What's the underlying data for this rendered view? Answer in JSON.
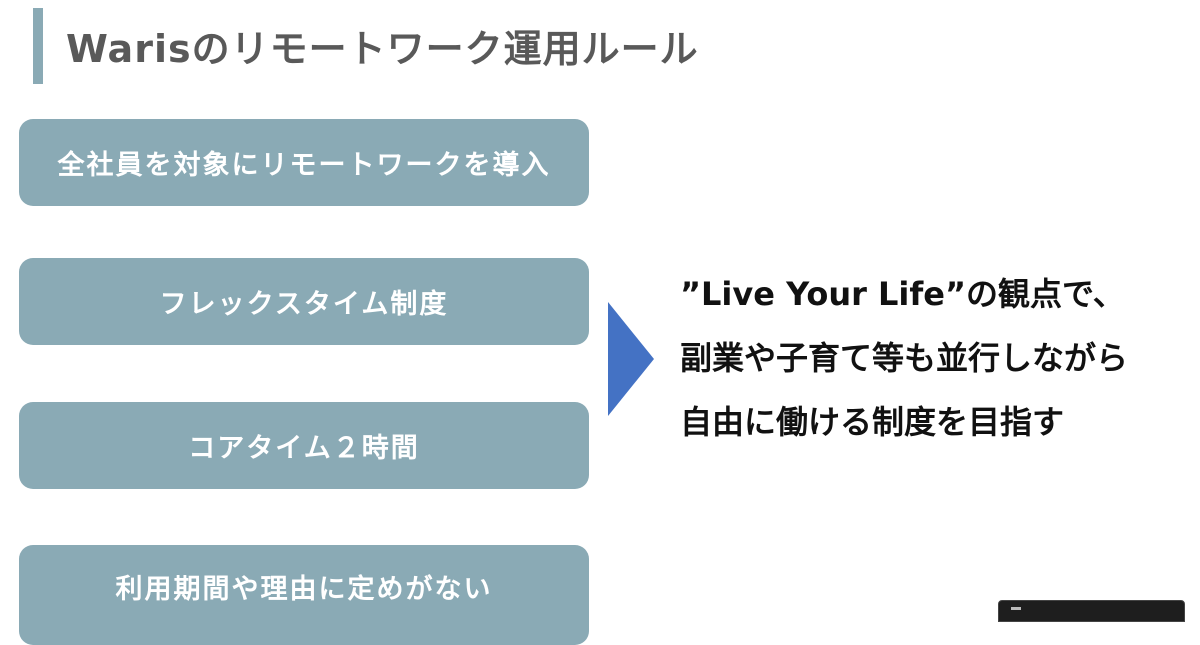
{
  "slide": {
    "title": "Warisのリモートワーク運用ルール",
    "rules": [
      "全社員を対象にリモートワークを導入",
      "フレックスタイム制度",
      "コアタイム２時間",
      "利用期間や理由に定めがない"
    ],
    "message_lines": [
      "”Live Your Life”の観点で、",
      "副業や子育て等も並行しながら",
      "自由に働ける制度を目指す"
    ]
  },
  "colors": {
    "accent": "#8aaab5",
    "arrow": "#4472c4",
    "title_text": "#595959",
    "message_text": "#111111"
  },
  "icons": {
    "arrow": "triangle-right-icon"
  }
}
